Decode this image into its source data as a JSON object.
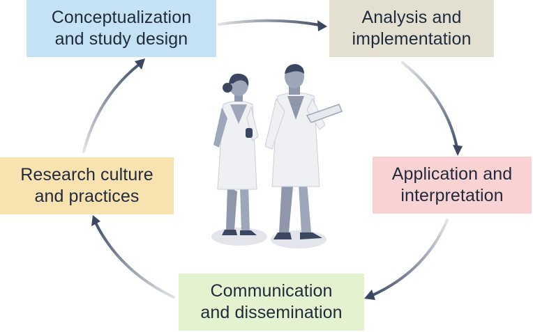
{
  "diagram": {
    "stages": [
      {
        "id": "conceptualization",
        "lines": [
          "Conceptualization",
          "and study design"
        ],
        "color": "#c5e2f4"
      },
      {
        "id": "analysis",
        "lines": [
          "Analysis and",
          "implementation"
        ],
        "color": "#e3e0d2"
      },
      {
        "id": "application",
        "lines": [
          "Application and",
          "interpretation"
        ],
        "color": "#f9d3d3"
      },
      {
        "id": "communication",
        "lines": [
          "Communication",
          "and dissemination"
        ],
        "color": "#e3f2cf"
      },
      {
        "id": "culture",
        "lines": [
          "Research culture",
          "and practices"
        ],
        "color": "#f8e2b0"
      }
    ],
    "cycle_direction": "clockwise",
    "arrow_color": "#3b4761",
    "illustration": "two-scientists-in-lab-coats-icon"
  }
}
